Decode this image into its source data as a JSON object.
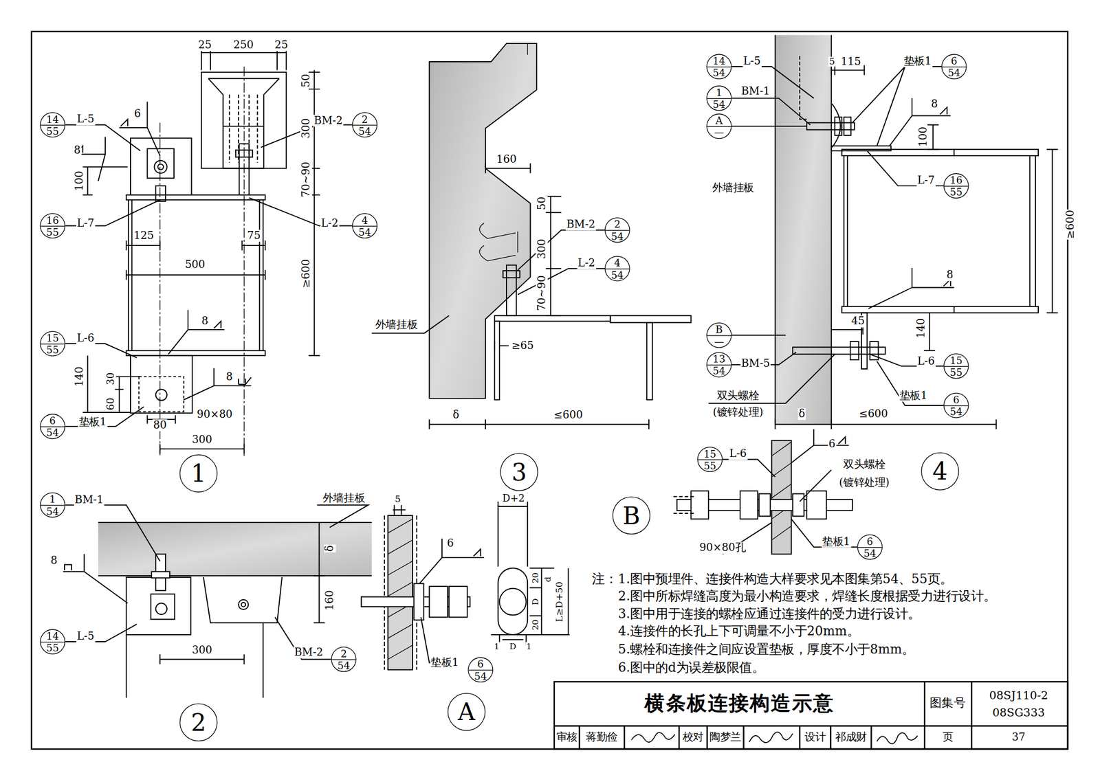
{
  "diagram": {
    "title": "横条板连接构造示意",
    "nodes": [
      {
        "text": [
          "14",
          "55"
        ]
      },
      {
        "text": [
          "2",
          "54"
        ]
      },
      {
        "text": [
          "16",
          "55"
        ]
      },
      {
        "text": [
          "4",
          "54"
        ]
      },
      {
        "text": [
          "15",
          "55"
        ]
      },
      {
        "text": [
          "6",
          "54"
        ]
      },
      {
        "text": [
          "1"
        ]
      },
      {
        "text": [
          "2",
          "54"
        ]
      },
      {
        "text": [
          "4",
          "54"
        ]
      },
      {
        "text": [
          "3"
        ]
      },
      {
        "text": [
          "14",
          "54"
        ]
      },
      {
        "text": [
          "6",
          "54"
        ]
      },
      {
        "text": [
          "1",
          "54"
        ]
      },
      {
        "text": [
          "A",
          "—"
        ]
      },
      {
        "text": [
          "16",
          "55"
        ]
      },
      {
        "text": [
          "B",
          "—"
        ]
      },
      {
        "text": [
          "15",
          "55"
        ]
      },
      {
        "text": [
          "13",
          "54"
        ]
      },
      {
        "text": [
          "6",
          "54"
        ]
      },
      {
        "text": [
          "4"
        ]
      },
      {
        "text": [
          "15",
          "55"
        ]
      },
      {
        "text": [
          "B"
        ]
      },
      {
        "text": [
          "6",
          "54"
        ]
      },
      {
        "text": [
          "1",
          "54"
        ]
      },
      {
        "text": [
          "14",
          "55"
        ]
      },
      {
        "text": [
          "2",
          "54"
        ]
      },
      {
        "text": [
          "6",
          "54"
        ]
      },
      {
        "text": [
          "2"
        ]
      },
      {
        "text": [
          "A"
        ]
      }
    ],
    "labels": [
      "25",
      "250",
      "25",
      "L-5",
      "6",
      "BM-2",
      "50",
      "300",
      "70~90",
      "≥600",
      "8",
      "100",
      "L-7",
      "L-2",
      "125",
      "75",
      "500",
      "8",
      "L-6",
      "140",
      "30",
      "60",
      "8",
      "90×80",
      "垫板1",
      "80",
      "300",
      "160",
      "50",
      "300",
      "70~90",
      "BM-2",
      "L-2",
      "外墙挂板",
      "≥65",
      "δ",
      "≤600",
      "L-5",
      "5",
      "115",
      "垫板1",
      "BM-1",
      "8",
      "100",
      "外墙挂板",
      "L-7",
      "≥600",
      "8",
      "45",
      "140",
      "L-6",
      "BM-5",
      "双头螺栓",
      "(镀锌处理)",
      "垫板1",
      "δ",
      "≤600",
      "L-6",
      "6",
      "双头螺栓",
      "(镀锌处理)",
      "90×80孔",
      "垫板1",
      "BM-1",
      "外墙挂板",
      "8",
      "δ",
      "160",
      "L-5",
      "300",
      "BM-2",
      "5",
      "6",
      "垫板1",
      "D+2",
      "20",
      "d",
      "D",
      "20",
      "L≥D+50",
      "1",
      "D",
      "1",
      "注：",
      "1.图中预埋件、连接件构造大样要求见本图集第54、55页。",
      "2.图中所标焊缝高度为最小构造要求，焊缝长度根据受力进行设计。",
      "3.图中用于连接的螺栓应通过连接件的受力进行设计。",
      "4.连接件的长孔上下可调量不小于20mm。",
      "5.螺栓和连接件之间应设置垫板，厚度不小于8mm。",
      "6.图中的d为误差极限值。",
      "图集号",
      "08SJ110-2",
      "08SG333",
      "审核",
      "蒋勤俭",
      "校对",
      "陶梦兰",
      "设计",
      "祁成财",
      "页",
      "37"
    ]
  }
}
